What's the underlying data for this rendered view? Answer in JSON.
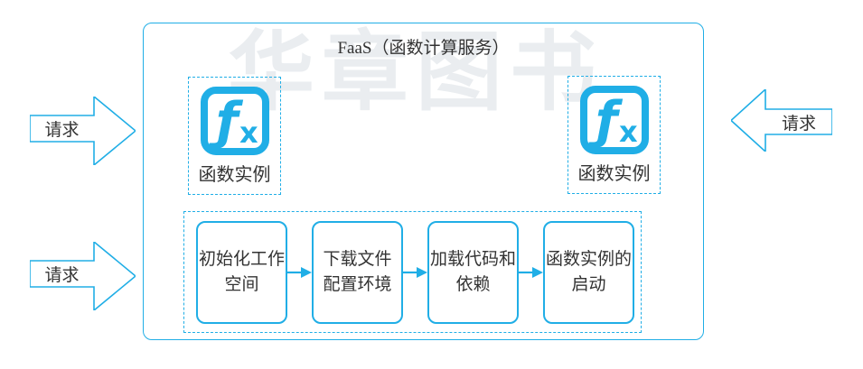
{
  "colors": {
    "accent": "#20aee6",
    "text": "#333333",
    "watermark": "#e3e7eb"
  },
  "watermark": {
    "text": "华章图书"
  },
  "faas": {
    "title": "FaaS（函数计算服务）"
  },
  "fx_icon": {
    "f": "ƒ",
    "x": "x"
  },
  "function_instances": [
    {
      "label": "函数实例"
    },
    {
      "label": "函数实例"
    }
  ],
  "request_arrows": [
    {
      "label": "请求",
      "direction": "right",
      "position": "top-left"
    },
    {
      "label": "请求",
      "direction": "right",
      "position": "bottom-left"
    },
    {
      "label": "请求",
      "direction": "left",
      "position": "right"
    }
  ],
  "startup_flow": {
    "steps": [
      {
        "label": "初始化工作空间",
        "line1": "初始化工作",
        "line2": "空间"
      },
      {
        "label": "下载文件配置环境",
        "line1": "下载文件",
        "line2": "配置环境"
      },
      {
        "label": "加载代码和依赖",
        "line1": "加载代码和",
        "line2": "依赖"
      },
      {
        "label": "函数实例的启动",
        "line1": "函数实例的",
        "line2": "启动"
      }
    ]
  }
}
